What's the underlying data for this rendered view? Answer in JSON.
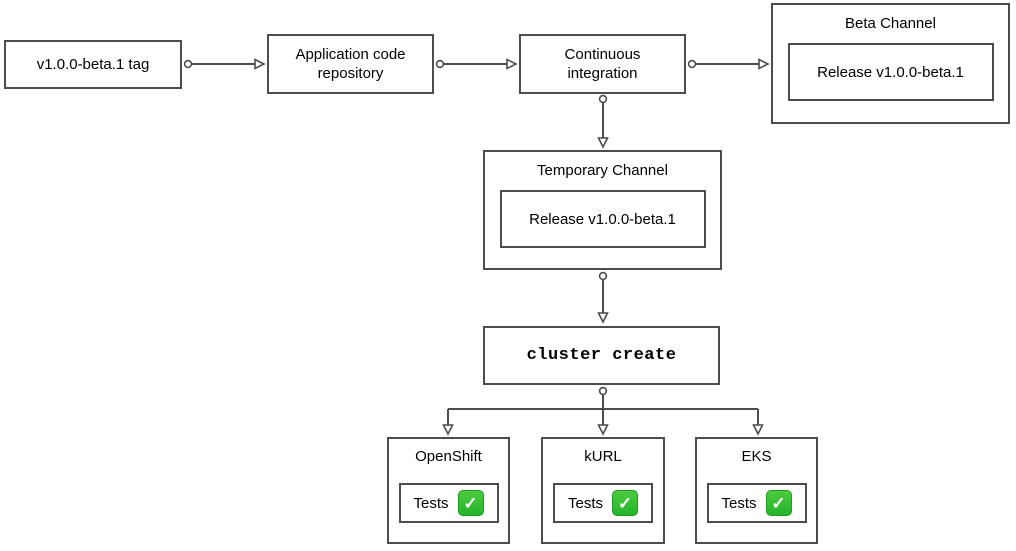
{
  "nodes": {
    "tag": {
      "label": "v1.0.0-beta.1 tag"
    },
    "repo": {
      "label": "Application code repository"
    },
    "ci": {
      "label": "Continuous integration"
    },
    "beta_channel": {
      "title": "Beta Channel",
      "release": "Release v1.0.0-beta.1"
    },
    "temp_channel": {
      "title": "Temporary Channel",
      "release": "Release v1.0.0-beta.1"
    },
    "cluster_create": {
      "label": "cluster create"
    },
    "openshift": {
      "title": "OpenShift",
      "tests_label": "Tests"
    },
    "kurl": {
      "title": "kURL",
      "tests_label": "Tests"
    },
    "eks": {
      "title": "EKS",
      "tests_label": "Tests"
    }
  },
  "icons": {
    "tests_passed_check": "✓"
  },
  "colors": {
    "stroke": "#4d4d4d",
    "check_green": "#23b42a",
    "text": "#000000",
    "background": "#ffffff"
  }
}
